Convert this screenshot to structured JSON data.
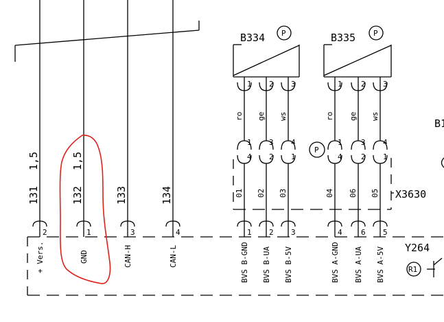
{
  "components": {
    "b334": {
      "label": "B334",
      "badge": "P",
      "pins": [
        "1",
        "2",
        "3"
      ]
    },
    "b335": {
      "label": "B335",
      "badge": "P",
      "pins": [
        "1",
        "2",
        "3"
      ]
    },
    "b_partial": "B1",
    "inline_badge": "P",
    "y264": {
      "label": "Y264",
      "sub_badge": "R1"
    }
  },
  "connector_x3630": {
    "label": "X3630",
    "upper_pins_left": [
      "1",
      "3",
      "4"
    ],
    "lower_pins_left": [
      "4",
      "2",
      "1"
    ],
    "upper_pins_right": [
      "1",
      "3",
      "4"
    ],
    "lower_pins_right": [
      "4",
      "2",
      "1"
    ],
    "codes": [
      "01",
      "02",
      "03",
      "04",
      "06",
      "05"
    ]
  },
  "wire_colors": [
    "ro",
    "ge",
    "ws",
    "ro",
    "ge",
    "ws"
  ],
  "left_wires": [
    {
      "size": "1,5",
      "number": "131",
      "pin": "2",
      "signal": "+ Vers."
    },
    {
      "size": "1,5",
      "number": "132",
      "pin": "1",
      "signal": "GND"
    },
    {
      "size": "",
      "number": "133",
      "pin": "3",
      "signal": "CAN-H"
    },
    {
      "size": "",
      "number": "134",
      "pin": "4",
      "signal": "CAN-L"
    }
  ],
  "bottom_connector": {
    "pins": [
      "1",
      "2",
      "3",
      "4",
      "6",
      "5"
    ],
    "signals": [
      "BVS B-GND",
      "BVS B-UA",
      "BVS B-5V",
      "BVS A-GND",
      "BVS A-UA",
      "BVS A-5V"
    ]
  },
  "highlight_color": "#e0201a"
}
